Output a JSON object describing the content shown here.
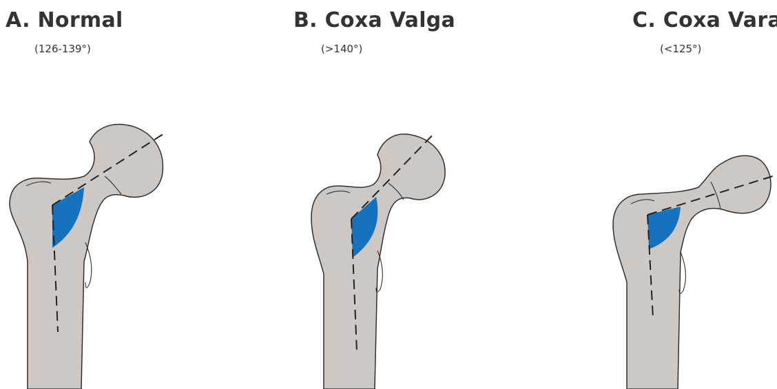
{
  "figure": {
    "panels": [
      {
        "id": "normal",
        "title": "A. Normal",
        "subtitle": "(126-139°)"
      },
      {
        "id": "valga",
        "title": "B. Coxa Valga",
        "subtitle": "(>140°)"
      },
      {
        "id": "vara",
        "title": "C. Coxa Vara",
        "subtitle": "(<125°)"
      }
    ],
    "colors": {
      "bone_fill": "#cdc8c3",
      "bone_outline": "#2f2f2f",
      "angle_fill": "#1672bd",
      "text": "#333333",
      "background": "#ffffff"
    }
  }
}
